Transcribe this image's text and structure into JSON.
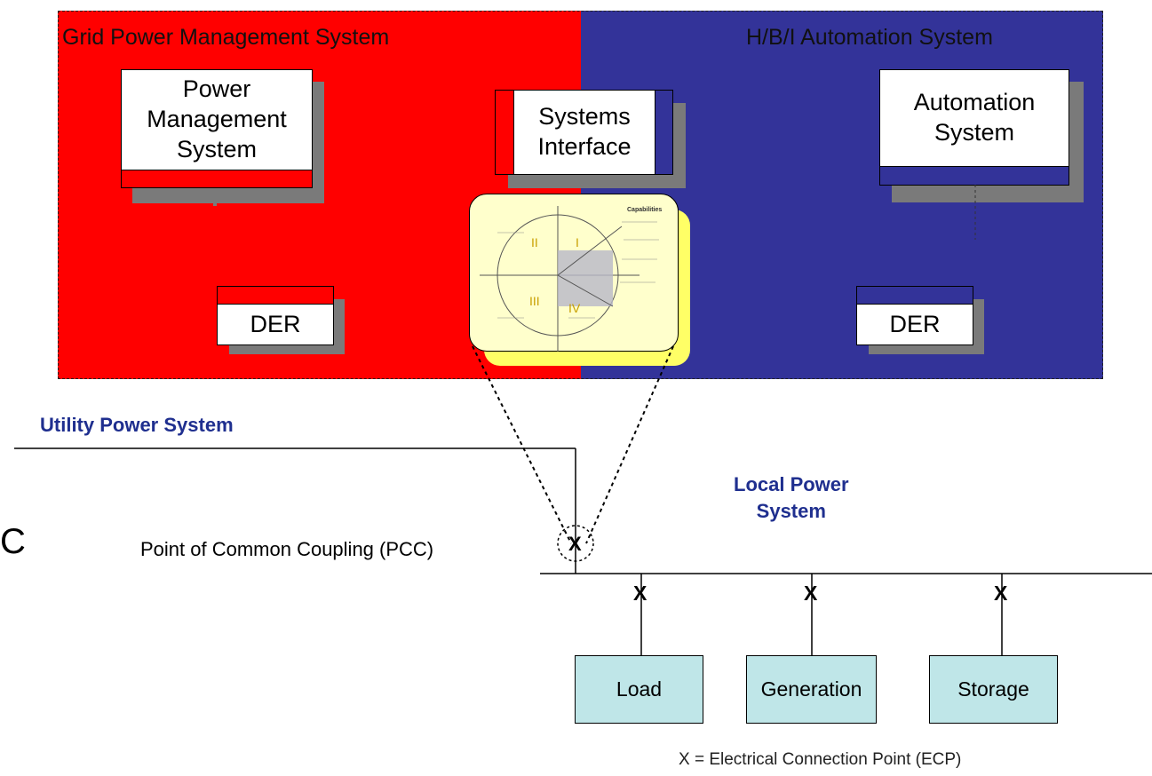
{
  "colors": {
    "grid_region": "#ff0000",
    "automation_region": "#333399",
    "component_fill": "#bfe6e8",
    "label_blue": "#1f2f8f",
    "chart_panel": "#ffffcc"
  },
  "regions": {
    "grid": {
      "title": "Grid Power Management System"
    },
    "automation": {
      "title": "H/B/I Automation System"
    }
  },
  "boxes": {
    "power_management": "Power\nManagement\nSystem",
    "systems_interface": "Systems\nInterface",
    "automation": "Automation\nSystem",
    "der_left": "DER",
    "der_right": "DER"
  },
  "capability_chart": {
    "title": "Capabilities",
    "quadrants": [
      "I",
      "II",
      "III",
      "IV"
    ]
  },
  "labels": {
    "utility": "Utility Power System",
    "local": "Local Power\nSystem",
    "pcc": "Point of Common Coupling (PCC)",
    "pcc_mark": "X",
    "ecp_mark": "X",
    "cut_letter": "C",
    "footnote": "X = Electrical Connection Point (ECP)"
  },
  "components": [
    {
      "label": "Load"
    },
    {
      "label": "Generation"
    },
    {
      "label": "Storage"
    }
  ]
}
